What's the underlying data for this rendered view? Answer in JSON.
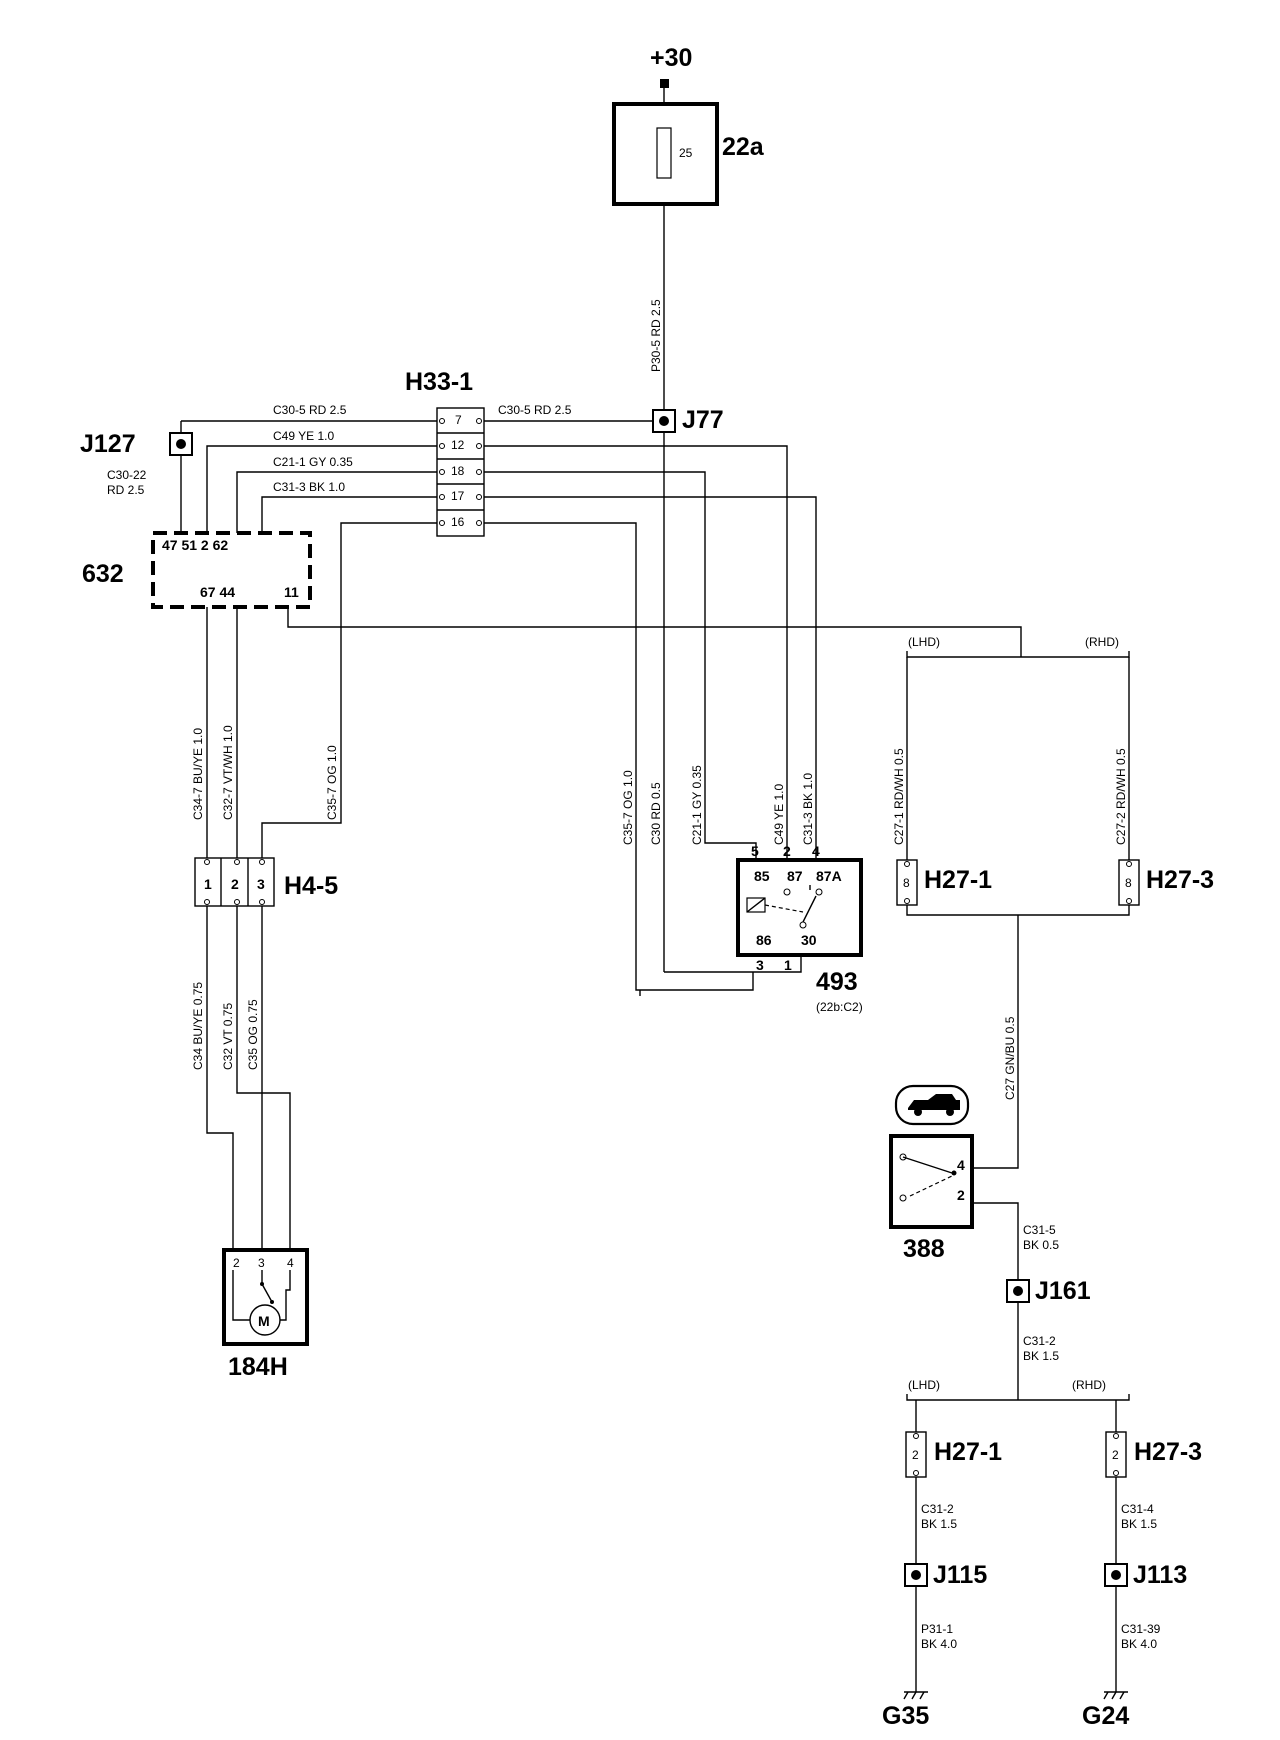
{
  "labels": {
    "supply": "+30",
    "fuse_box": "22a",
    "fuse_rating": "25",
    "wire_p30_5": "P30-5   RD 2.5",
    "j77": "J77",
    "j127": "J127",
    "h33_1": "H33-1",
    "h33_pins": [
      "7",
      "12",
      "18",
      "17",
      "16"
    ],
    "w_c30_5_left": "C30-5   RD  2.5",
    "w_c30_5_right": "C30-5    RD  2.5",
    "w_c49": "C49  YE  1.0",
    "w_c21": "C21-1   GY  0.35",
    "w_c31_3": "C31-3   BK  1.0",
    "w_c30_22_a": "C30-22",
    "w_c30_22_b": "RD 2.5",
    "module_632": "632",
    "m632_top_pins": "47  51  2  62",
    "m632_bot_pins": "67 44",
    "m632_pin11": "11",
    "w_c34_7": "C34-7    BU/YE 1.0",
    "w_c32_7": "C32-7    VT/WH 1.0",
    "w_c35_7": "C35-7           OG 1.0",
    "h4_5": "H4-5",
    "h4_5_pins": [
      "1",
      "2",
      "3"
    ],
    "w_c34": "C34  BU/YE  0.75",
    "w_c32": "C32  VT  0.75",
    "w_c35": "C35  OG 0.75",
    "motor_184h": "184H",
    "motor_pins": [
      "2",
      "3",
      "4"
    ],
    "motor_symbol": "M",
    "w_r_c35_7": "C35-7   OG 1.0",
    "w_r_c30": "C30   RD  0.5",
    "w_r_c21": "C21-1    GY 0.35",
    "w_r_c49": "C49    YE  1.0",
    "w_r_c31_3": "C31-3   BK  1.0",
    "relay_493": "493",
    "relay_ref": "(22b:C2)",
    "relay_ext_pins": [
      "5",
      "2",
      "4"
    ],
    "relay_int_pins": [
      "85",
      "87",
      "87A"
    ],
    "relay_bot_pins": [
      "86",
      "30"
    ],
    "relay_bot_ext": [
      "3",
      "1"
    ],
    "lhd": "(LHD)",
    "rhd": "(RHD)",
    "w_c27_1": "C27-1    RD/WH 0.5",
    "w_c27_2": "C27-2    RD/WH 0.5",
    "h27_1": "H27-1",
    "h27_3": "H27-3",
    "h27_pin8": "8",
    "h27_pin2": "2",
    "w_c27": "C27   GN/BU  0.5",
    "switch_388": "388",
    "sw_pins": [
      "4",
      "2"
    ],
    "w_c31_5_a": "C31-5",
    "w_c31_5_b": "BK  0.5",
    "j161": "J161",
    "w_c31_2_a": "C31-2",
    "w_c31_2_b": "BK  1.5",
    "w_c31_2b_a": "C31-2",
    "w_c31_2b_b": "BK  1.5",
    "w_c31_4_a": "C31-4",
    "w_c31_4_b": "BK  1.5",
    "j115": "J115",
    "j113": "J113",
    "w_p31_1_a": "P31-1",
    "w_p31_1_b": "BK  4.0",
    "w_c31_39_a": "C31-39",
    "w_c31_39_b": "BK  4.0",
    "g35": "G35",
    "g24": "G24"
  },
  "icons": [
    "car-symbol-icon",
    "ground-icon",
    "motor-icon",
    "relay-coil-icon",
    "fuse-icon"
  ]
}
